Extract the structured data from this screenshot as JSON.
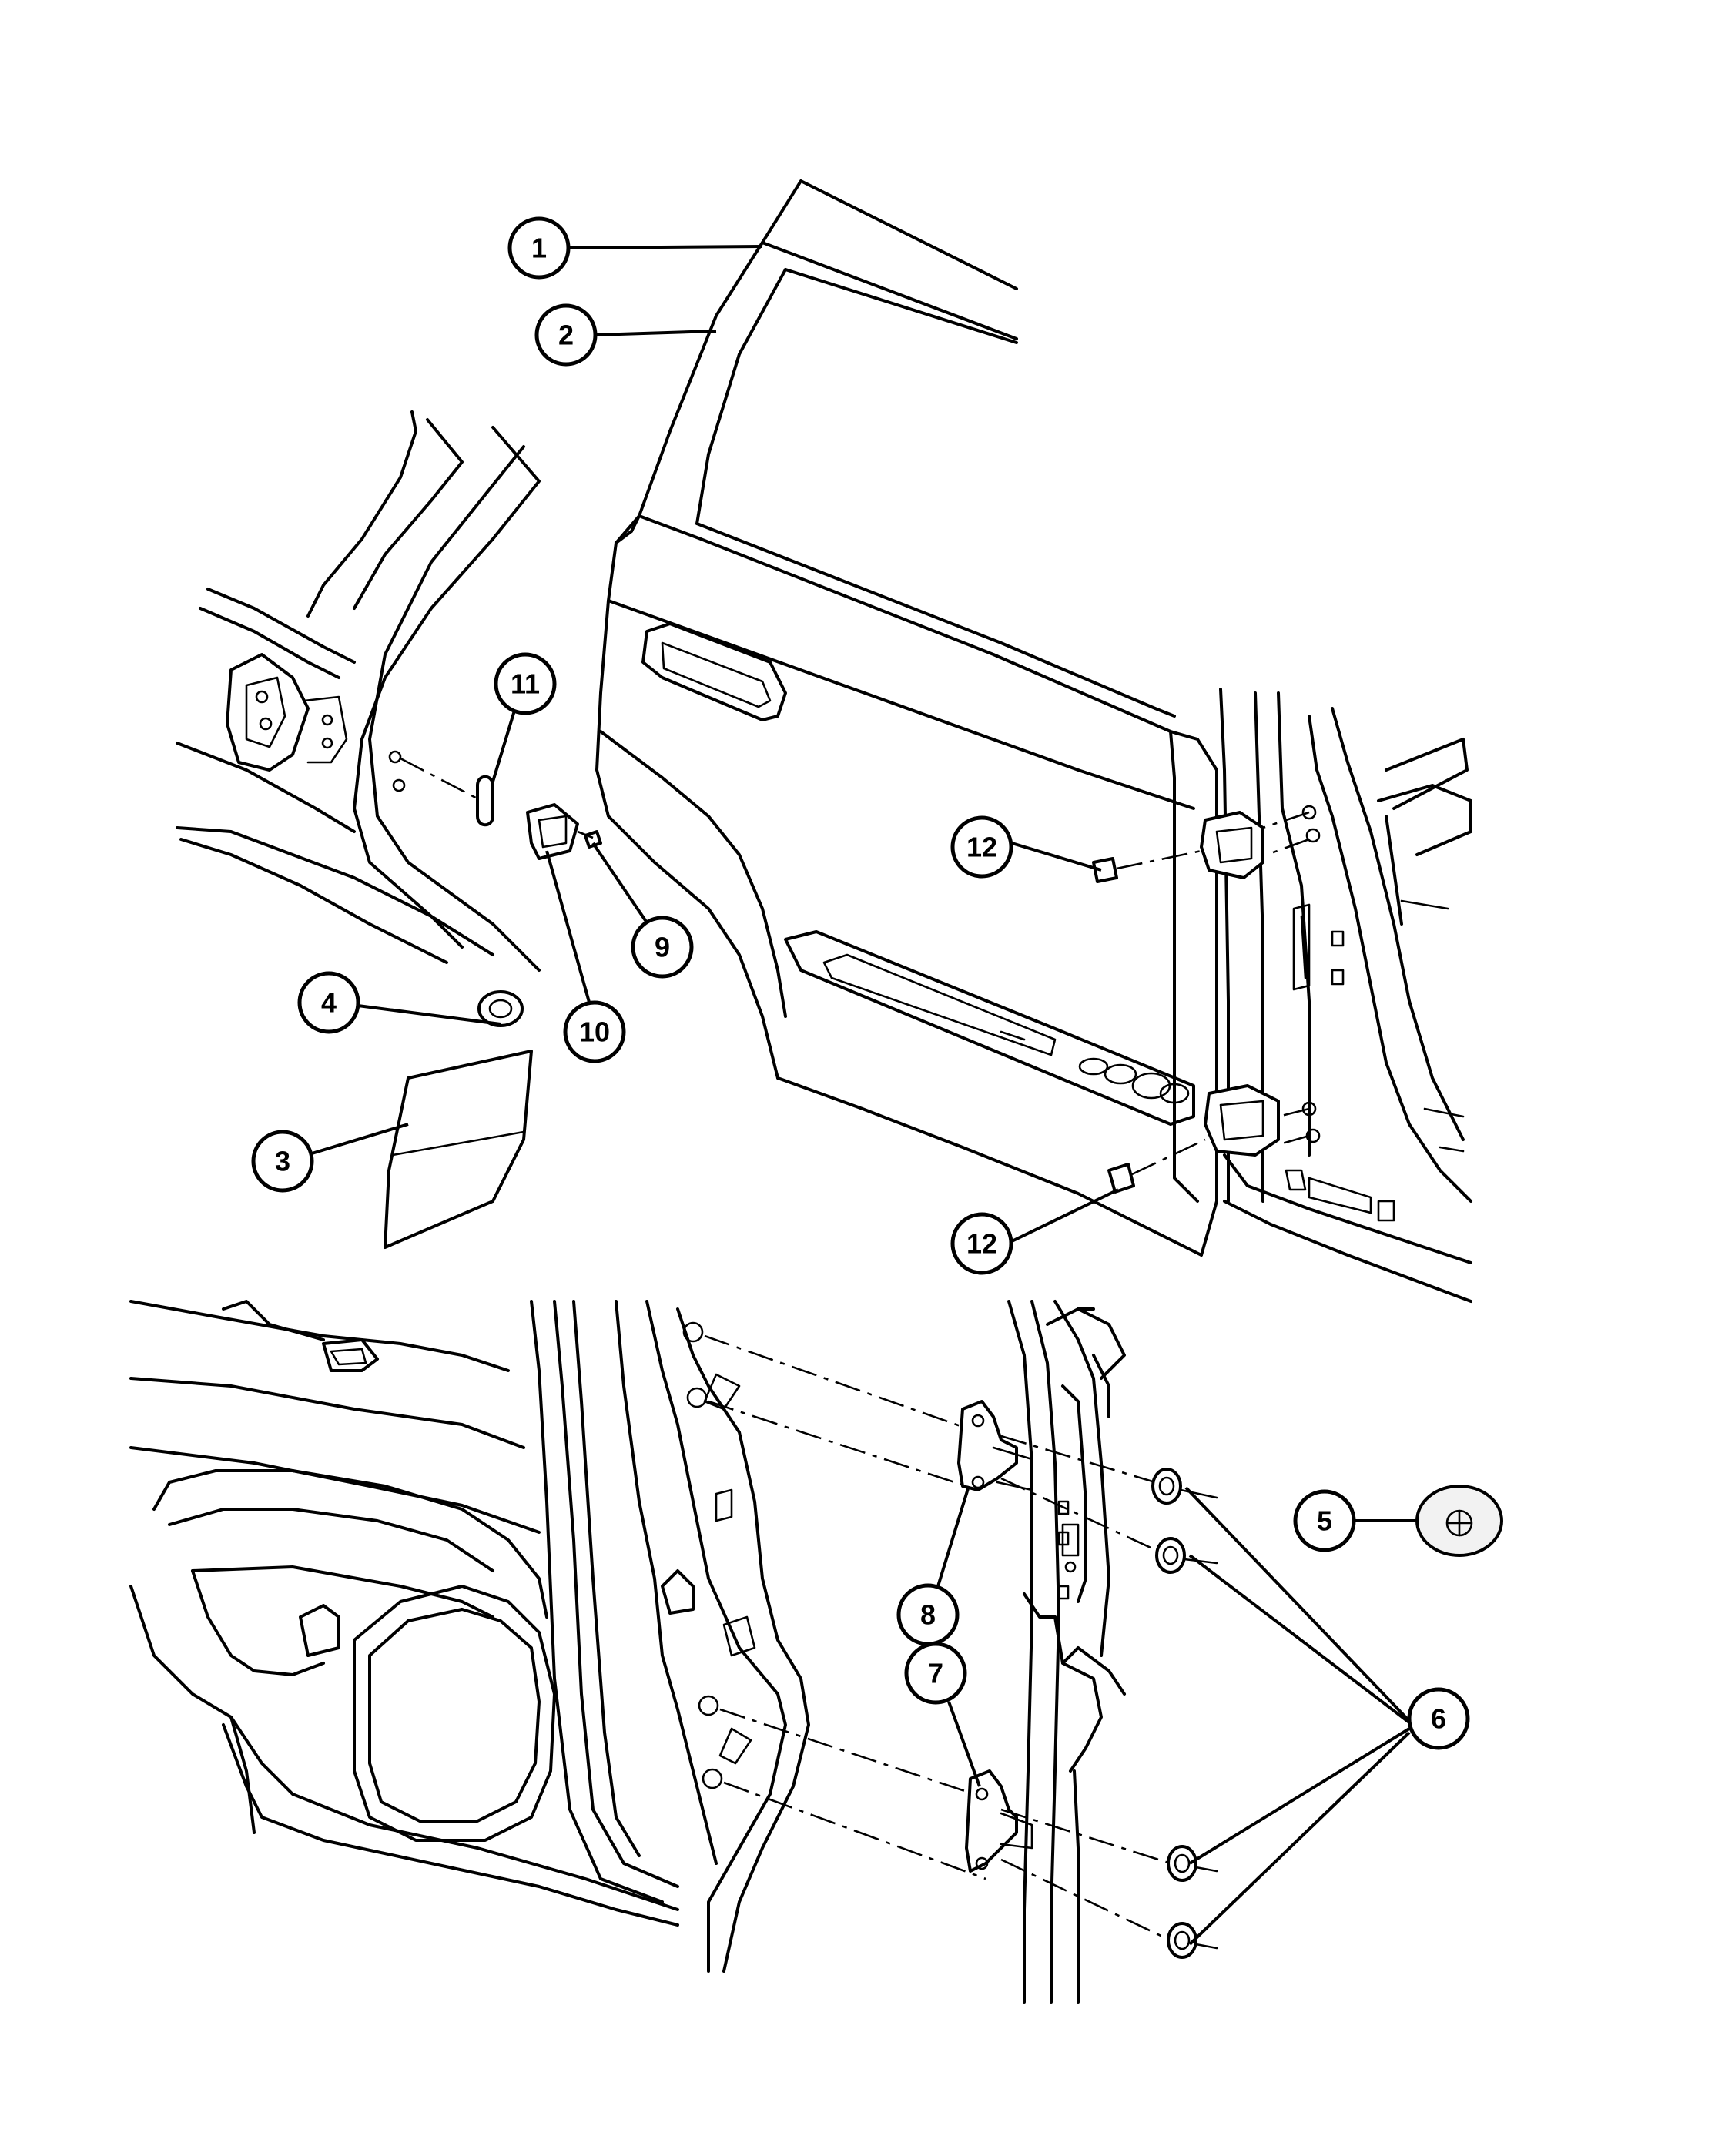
{
  "callouts": [
    {
      "id": "c1",
      "label": "1"
    },
    {
      "id": "c2",
      "label": "2"
    },
    {
      "id": "c3",
      "label": "3"
    },
    {
      "id": "c4",
      "label": "4"
    },
    {
      "id": "c5",
      "label": "5"
    },
    {
      "id": "c6",
      "label": "6"
    },
    {
      "id": "c7",
      "label": "7"
    },
    {
      "id": "c8",
      "label": "8"
    },
    {
      "id": "c9",
      "label": "9"
    },
    {
      "id": "c10",
      "label": "10"
    },
    {
      "id": "c11",
      "label": "11"
    },
    {
      "id": "c12a",
      "label": "12"
    },
    {
      "id": "c12b",
      "label": "12"
    }
  ]
}
